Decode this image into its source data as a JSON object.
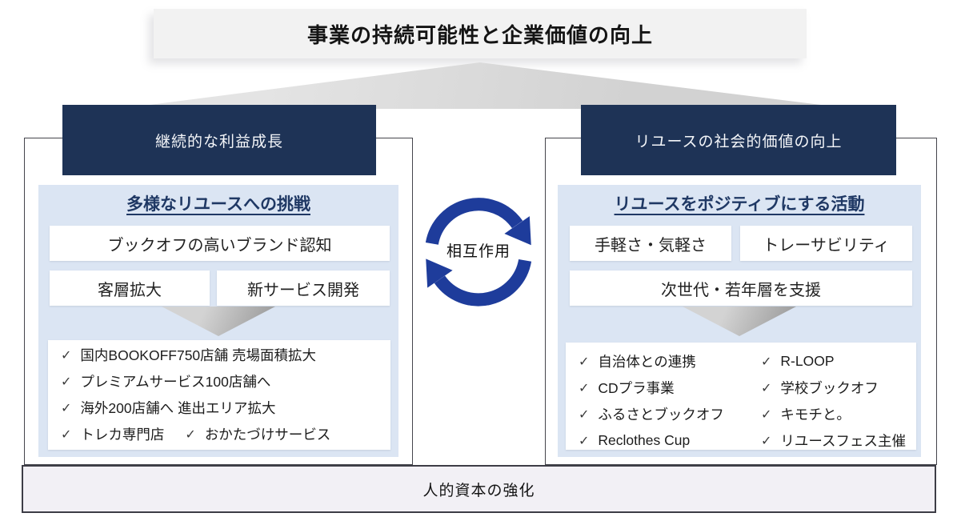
{
  "banner": {
    "text": "事業の持続可能性と企業価値の向上"
  },
  "interaction": {
    "label": "相互作用"
  },
  "icons": {
    "check": "✓"
  },
  "left": {
    "header": "継続的な利益成長",
    "panel_title": "多様なリユースへの挑戦",
    "row1": [
      "ブックオフの高いブランド認知"
    ],
    "row2": [
      "客層拡大",
      "新サービス開発"
    ],
    "checklist": [
      "国内BOOKOFF750店舗 売場面積拡大",
      "プレミアムサービス100店舗へ",
      "海外200店舗へ 進出エリア拡大"
    ],
    "checklist_pair": [
      "トレカ専門店",
      "おかたづけサービス"
    ]
  },
  "right": {
    "header": "リユースの社会的価値の向上",
    "panel_title": "リユースをポジティブにする活動",
    "row1": [
      "手軽さ・気軽さ",
      "トレーサビリティ"
    ],
    "row2": [
      "次世代・若年層を支援"
    ],
    "checklist_col1": [
      "自治体との連携",
      "CDプラ事業",
      "ふるさとブックオフ",
      "Reclothes Cup"
    ],
    "checklist_col2": [
      "R-LOOP",
      "学校ブックオフ",
      "キモチと。",
      "リユースフェス主催"
    ]
  },
  "bottom_bar": {
    "text": "人的資本の強化"
  },
  "colors": {
    "header_navy": "#1e3356",
    "panel_blue": "#dbe5f3",
    "title_navy": "#1f3864",
    "cycle_blue": "#1e3c9b",
    "banner_gray": "#f2f2f2",
    "triangle_gray": "#d2d2d2",
    "bottom_bar_bg": "#f2f0f5"
  }
}
